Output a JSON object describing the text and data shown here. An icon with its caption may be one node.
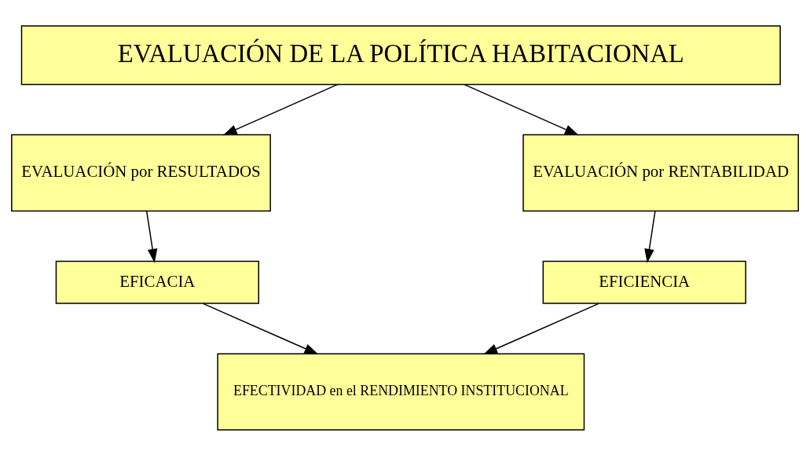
{
  "diagram": {
    "nodes": [
      {
        "text": [
          "EVALUACIÓN DE LA POLÍTICA HABITACIONAL"
        ]
      },
      {
        "text": [
          "EVALUACIÓN por RESULTADOS"
        ]
      },
      {
        "text": [
          "EVALUACIÓN por RENTABILIDAD"
        ]
      },
      {
        "text": [
          "EFICACIA"
        ]
      },
      {
        "text": [
          "EFICIENCIA"
        ]
      },
      {
        "text": [
          "EFECTIVIDAD en el RENDIMIENTO INSTITUCIONAL"
        ]
      }
    ],
    "edges": [
      {
        "from": 0,
        "to": 1,
        "arrow": "to"
      },
      {
        "from": 0,
        "to": 2,
        "arrow": "to"
      },
      {
        "from": 1,
        "to": 3,
        "arrow": "to"
      },
      {
        "from": 2,
        "to": 4,
        "arrow": "to"
      },
      {
        "from": 3,
        "to": 5,
        "arrow": "to"
      },
      {
        "from": 4,
        "to": 5,
        "arrow": "to"
      }
    ]
  }
}
